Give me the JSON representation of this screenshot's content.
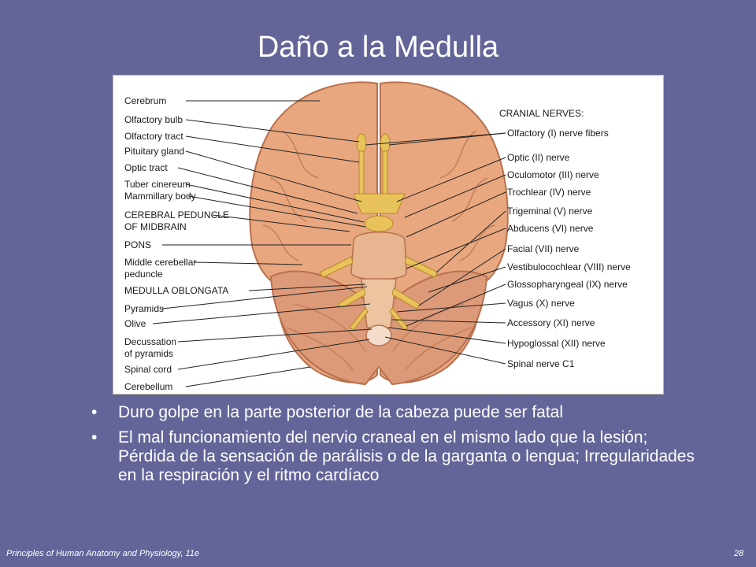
{
  "slide": {
    "title": "Daño a la Medulla",
    "bullets": [
      "Duro golpe en la parte posterior de la cabeza puede ser fatal",
      "El mal funcionamiento del nervio craneal en el mismo lado que la lesión; Pérdida de la sensación de parálisis o de la garganta o lengua; Irregularidades en la respiración y el ritmo cardíaco"
    ],
    "bullet_glyph": "•",
    "footer": {
      "source": "Principles of Human Anatomy and Physiology, 11e",
      "page": "28"
    }
  },
  "figure": {
    "cranial_header": "CRANIAL NERVES:",
    "left_labels": [
      "Cerebrum",
      "Olfactory bulb",
      "Olfactory tract",
      "Pituitary gland",
      "Optic tract",
      "Tuber cinereum",
      "Mammillary body",
      "CEREBRAL PEDUNCLE",
      "OF MIDBRAIN",
      "PONS",
      "Middle cerebellar",
      "peduncle",
      "MEDULLA OBLONGATA",
      "Pyramids",
      "Olive",
      "Decussation",
      "of pyramids",
      "Spinal cord",
      "Cerebellum"
    ],
    "right_labels": [
      "Olfactory (I) nerve fibers",
      "Optic (II) nerve",
      "Oculomotor (III) nerve",
      "Trochlear (IV) nerve",
      "Trigeminal (V) nerve",
      "Abducens (VI) nerve",
      "Facial (VII) nerve",
      "Vestibulocochlear (VIII) nerve",
      "Glossopharyngeal (IX) nerve",
      "Vagus (X) nerve",
      "Accessory (XI) nerve",
      "Hypoglossal (XII) nerve",
      "Spinal nerve C1"
    ],
    "colors": {
      "brain": "#e8a77f",
      "brain_dark": "#b8704e",
      "nerve": "#e8c25a",
      "leader_line": "#222222"
    }
  }
}
